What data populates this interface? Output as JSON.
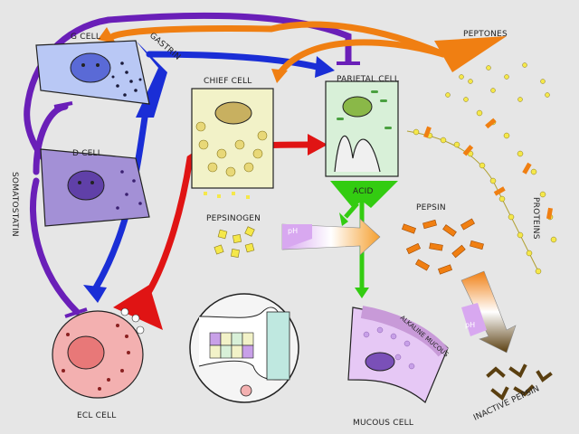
{
  "labels": {
    "g_cell": "G CELL",
    "gastrin": "GASTRIN",
    "peptones": "PEPTONES",
    "chief_cell": "CHIEF CELL",
    "parietal_cell": "PARIETAL CELL",
    "d_cell": "D CELL",
    "somatostatin": "SOMATOSTATIN",
    "acid": "ACID",
    "pepsinogen": "PEPSINOGEN",
    "pepsin": "PEPSIN",
    "proteins": "PROTEINS",
    "ph_1": "pH",
    "ph_2": "pH",
    "alkaline_mucous": "ALKALINE MUCOUS",
    "mucous_cell": "MUCOUS CELL",
    "ecl_cell": "ECL CELL",
    "inactive_pepsin": "INACTIVE PEPSIN"
  },
  "colors": {
    "background": "#e6e6e6",
    "somatostatin_path": "#6a1fb8",
    "gastrin_path": "#1a2ed6",
    "peptone_path": "#f07f12",
    "histamine_path": "#e01414",
    "acid_path": "#33cc11",
    "g_cell_fill": "#b9c8f5",
    "d_cell_fill": "#a390d6",
    "chief_cell_fill": "#f2f2c8",
    "parietal_cell_fill": "#d8f0d8",
    "ecl_cell_fill": "#f3b0b0",
    "mucous_cell_fill": "#e6c8f5",
    "pepsin_fill": "#f07f12",
    "pepsinogen_fill": "#f5e84a",
    "inactive_pepsin_fill": "#5a3f10"
  }
}
